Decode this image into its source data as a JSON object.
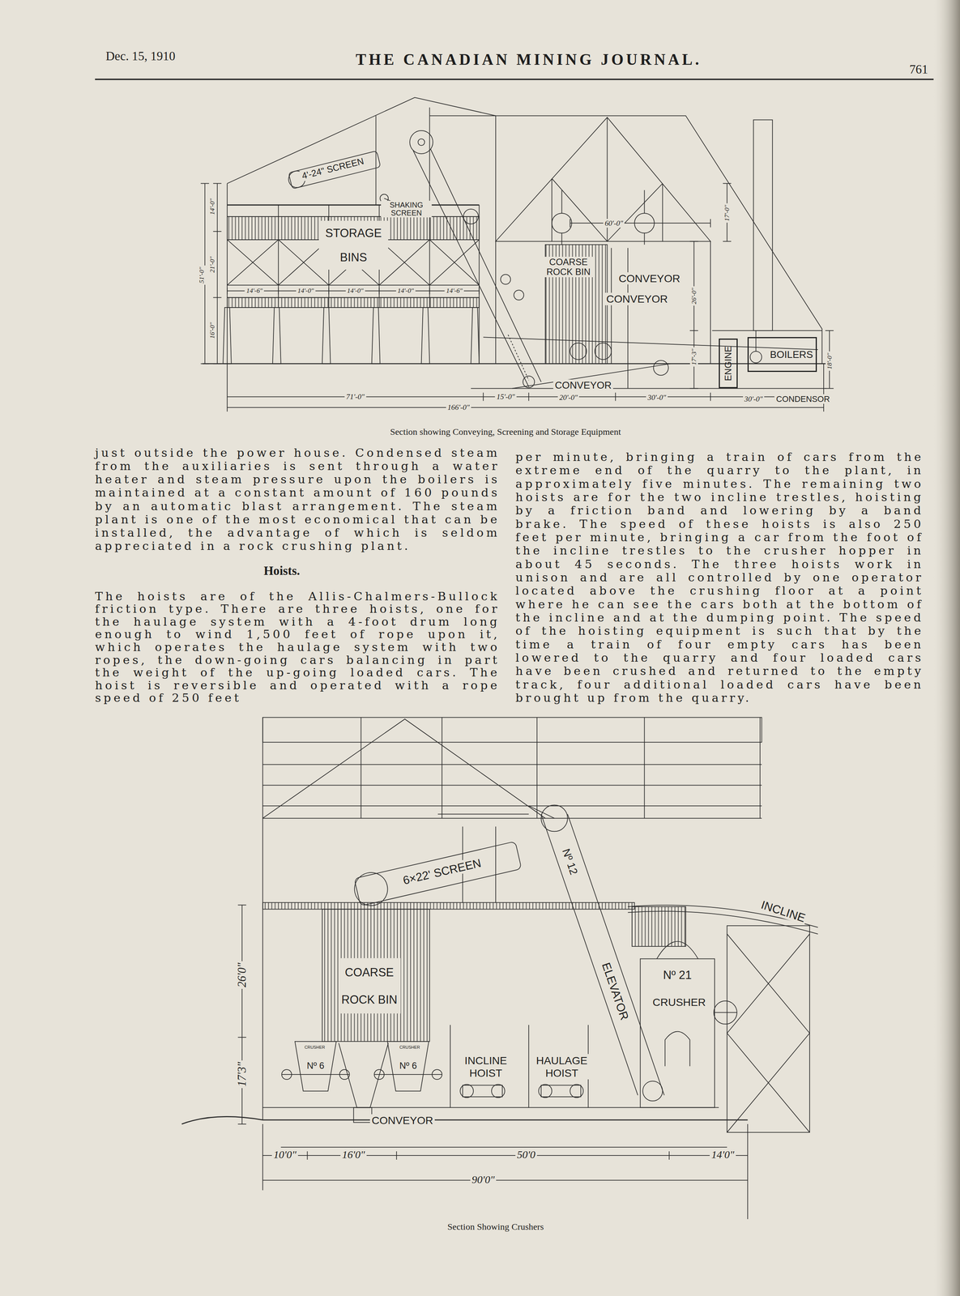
{
  "diagram": {
    "title": "THE CANADIAN MINING JOURNAL.",
    "caption": "Section showing Conveying, Screening and Storage Equipment",
    "nodes": [
      {
        "text": [
          "ENGINE"
        ]
      },
      {
        "text": [
          "BOILERS"
        ]
      }
    ],
    "labels": [
      "Dec. 15, 1910",
      "761",
      "4'-24\" SCREEN",
      "SHAKING SCREEN",
      "STORAGE BINS",
      "COARSE ROCK BIN",
      "CONVEYOR",
      "CONVEYOR",
      "CONVEYOR",
      "CONDENSOR",
      "14'-0\"",
      "51'-0\"",
      "21'-0\"",
      "16'-0\"",
      "14'-6\"",
      "14'-0\"",
      "14'-0\"",
      "14'-0\"",
      "14'-6\"",
      "60'-0\"",
      "17'-0\"",
      "26'-0\"",
      "17'-3\"",
      "18'-0\"",
      "71'-0\"",
      "15'-0\"",
      "20'-0\"",
      "30'-0\"",
      "30'-0\"",
      "166'-0\"",
      "just outside the power house. Condensed steam from the auxiliaries is sent through a water heater and steam pressure upon the boilers is maintained at a constant amount of 160 pounds by an automatic blast arrangement. The steam plant is one of the most economical that can be installed, the advantage of which is seldom appreciated in a rock crushing plant.",
      "Hoists.",
      "The hoists are of the Allis-Chalmers-Bullock friction type. There are three hoists, one for the haulage system with a 4-foot drum long enough to wind 1,500 feet of rope upon it, which operates the haulage system with two ropes, the down-going cars balancing in part the weight of the up-going loaded cars. The hoist is reversible and operated with a rope speed of 250 feet",
      "per minute, bringing a train of cars from the extreme end of the quarry to the plant, in approximately five minutes. The remaining two hoists are for the two incline trestles, hoisting by a friction band and lowering by a band brake. The speed of these hoists is also 250 feet per minute, bringing a car from the foot of the incline trestles to the crusher hopper in about 45 seconds. The three hoists work in unison and are all controlled by one operator located above the crushing floor at a point where he can see the cars both at the bottom of the incline and at the dumping point. The speed of the hoisting equipment is such that by the time a train of four empty cars has been lowered to the quarry and four loaded cars have been crushed and returned to the empty track, four additional loaded cars have been brought up from the quarry.",
      "6×22' SCREEN",
      "Nº 12",
      "ELEVATOR",
      "INCLINE",
      "Nº 21",
      "CRUSHER",
      "COARSE ROCK BIN",
      "CRUSHER",
      "CRUSHER",
      "Nº 6",
      "Nº 6",
      "INCLINE HOIST",
      "HAULAGE HOIST",
      "CONVEYOR",
      "26'0\"",
      "17'3\"",
      "10'0\"",
      "16'0\"",
      "50'0",
      "14'0\"",
      "90'0\"",
      "Section Showing Crushers"
    ]
  }
}
